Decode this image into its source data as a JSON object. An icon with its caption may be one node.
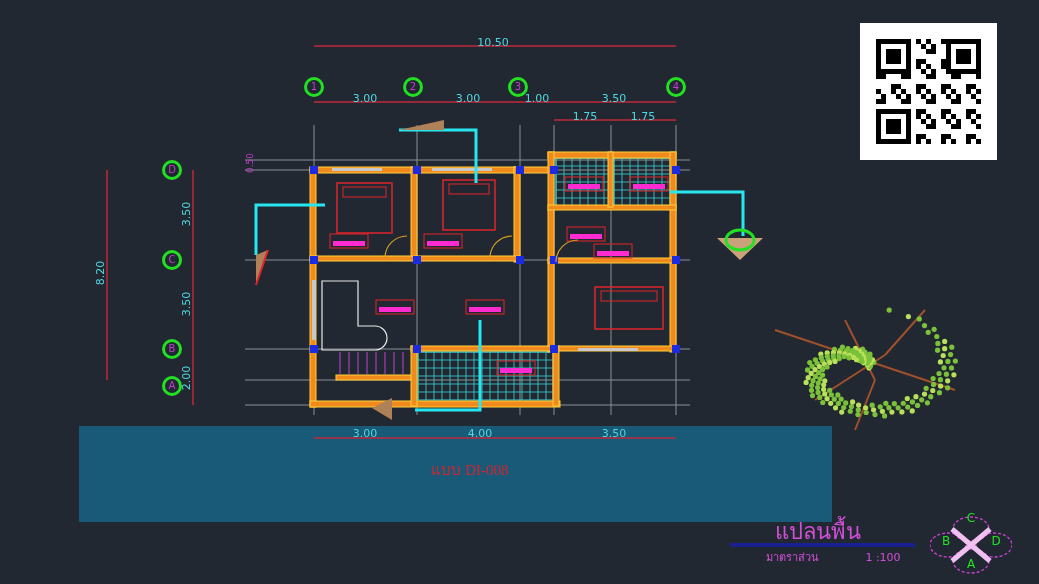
{
  "diagram": {
    "title": "แปลนพื้น",
    "labels": [
      "10.50",
      "1",
      "2",
      "3",
      "4",
      "3.00",
      "3.00",
      "1.00",
      "3.50",
      "1.75",
      "1.75",
      "0.50",
      "D",
      "3.50",
      "8.20",
      "C",
      "3.50",
      "B",
      "2.00",
      "A",
      "3.00",
      "4.00",
      "3.50",
      "แบบ DI-008",
      "มาตราส่วน",
      "1 :100",
      "C",
      "B",
      "D",
      "A"
    ]
  }
}
